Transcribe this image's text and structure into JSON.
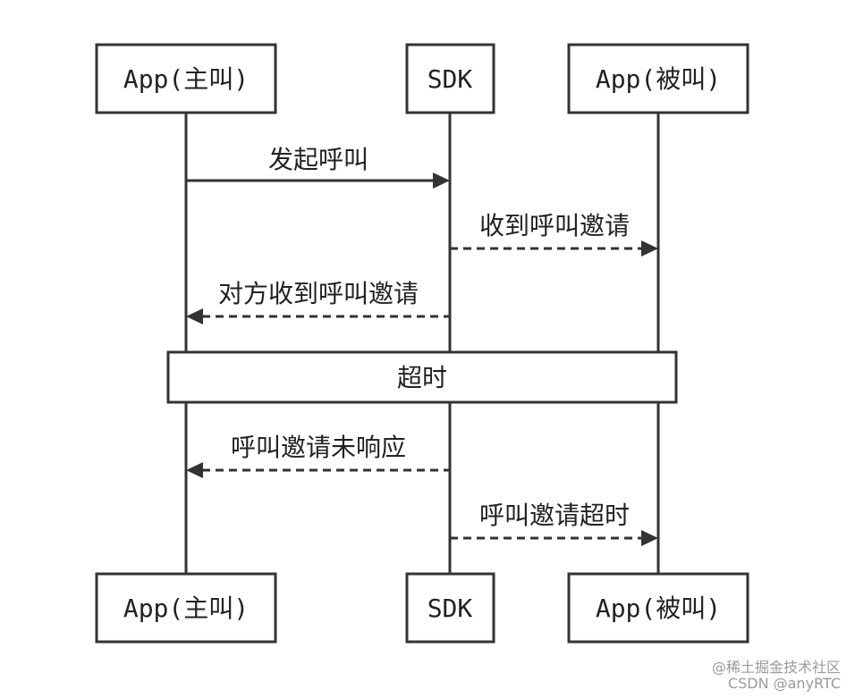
{
  "participants": [
    {
      "id": "caller",
      "label": "App(主叫)"
    },
    {
      "id": "sdk",
      "label": "SDK"
    },
    {
      "id": "callee",
      "label": "App(被叫)"
    }
  ],
  "messages": [
    {
      "from": "caller",
      "to": "sdk",
      "label": "发起呼叫",
      "style": "solid"
    },
    {
      "from": "sdk",
      "to": "callee",
      "label": "收到呼叫邀请",
      "style": "dashed"
    },
    {
      "from": "sdk",
      "to": "caller",
      "label": "对方收到呼叫邀请",
      "style": "dashed"
    },
    {
      "from": "sdk",
      "to": "caller",
      "label": "呼叫邀请未响应",
      "style": "dashed"
    },
    {
      "from": "sdk",
      "to": "callee",
      "label": "呼叫邀请超时",
      "style": "dashed"
    }
  ],
  "note": {
    "label": "超时"
  },
  "watermark": {
    "line1": "@稀土掘金技术社区",
    "line2": "CSDN @anyRTC"
  }
}
